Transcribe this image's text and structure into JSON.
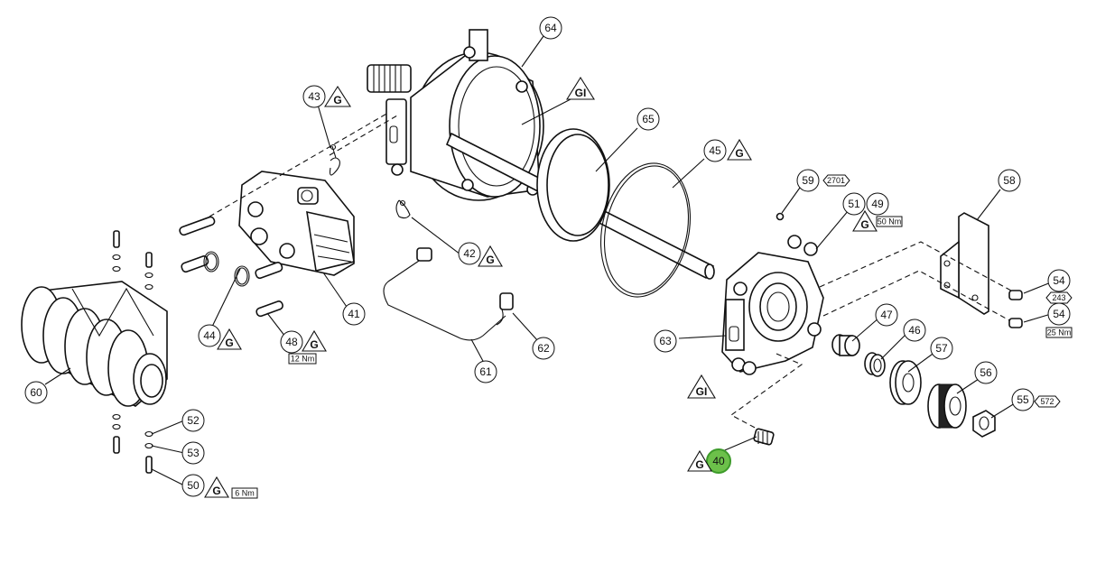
{
  "balloons": [
    {
      "num": "64",
      "highlight": false
    },
    {
      "num": "43",
      "highlight": false
    },
    {
      "num": "65",
      "highlight": false
    },
    {
      "num": "45",
      "highlight": false
    },
    {
      "num": "59",
      "highlight": false
    },
    {
      "num": "51",
      "highlight": false
    },
    {
      "num": "49",
      "highlight": false
    },
    {
      "num": "58",
      "highlight": false
    },
    {
      "num": "42",
      "highlight": false
    },
    {
      "num": "41",
      "highlight": false
    },
    {
      "num": "44",
      "highlight": false
    },
    {
      "num": "48",
      "highlight": false
    },
    {
      "num": "60",
      "highlight": false
    },
    {
      "num": "61",
      "highlight": false
    },
    {
      "num": "62",
      "highlight": false
    },
    {
      "num": "63",
      "highlight": false
    },
    {
      "num": "47",
      "highlight": false
    },
    {
      "num": "46",
      "highlight": false
    },
    {
      "num": "57",
      "highlight": false
    },
    {
      "num": "56",
      "highlight": false
    },
    {
      "num": "55",
      "highlight": false
    },
    {
      "num": "54",
      "highlight": false
    },
    {
      "num": "54",
      "highlight": false
    },
    {
      "num": "52",
      "highlight": false
    },
    {
      "num": "53",
      "highlight": false
    },
    {
      "num": "50",
      "highlight": false
    },
    {
      "num": "40",
      "highlight": true
    }
  ],
  "symbols": {
    "grease": "G",
    "grease_inside": "GI"
  },
  "notes": {
    "n_2701": "2701",
    "n_243": "243",
    "n_572": "572",
    "torque_49": "50 Nm",
    "torque_48": "12 Nm",
    "torque_50": "6 Nm",
    "torque_54": "25 Nm"
  },
  "colors": {
    "highlight": "#6cc04a",
    "line": "#111111"
  }
}
